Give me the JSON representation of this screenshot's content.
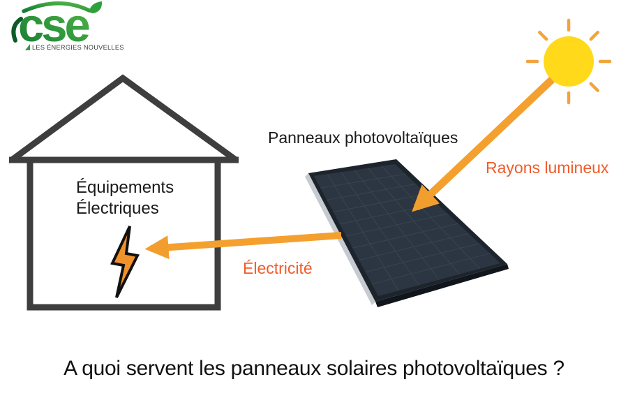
{
  "logo": {
    "brand": "cse",
    "tagline": "LES ÉNERGIES NOUVELLES"
  },
  "scene": {
    "panel_label": "Panneaux photovoltaïques",
    "light_rays_label": "Rayons lumineux",
    "electricity_label": "Électricité",
    "equipment_label_line1": "Équipements",
    "equipment_label_line2": "Électriques"
  },
  "title": "A quoi servent les panneaux solaires photovoltaïques ?",
  "colors": {
    "arrow": "#F4A02F",
    "accent_label": "#F15A29",
    "sun": "#FFD91A",
    "sun_rays": "#F2A33C",
    "panel_face": "#2C3642",
    "panel_frame": "#1D242C",
    "panel_edge_light": "#C6CBD1",
    "house_outline": "#3E3E3E",
    "bolt": "#F0922B",
    "logo_green_dark": "#137A33",
    "logo_green_light": "#52B948",
    "text": "#1A1A1A"
  }
}
